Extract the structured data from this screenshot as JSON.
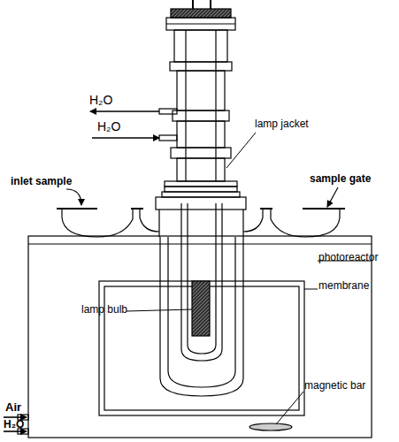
{
  "diagram": {
    "labels": [
      "H₂O",
      "H₂O",
      "lamp jacket",
      "inlet sample",
      "sample gate",
      "lamp bulb",
      "photoreactor",
      "membrane",
      "Air",
      "H₂O",
      "magnetic bar"
    ]
  }
}
